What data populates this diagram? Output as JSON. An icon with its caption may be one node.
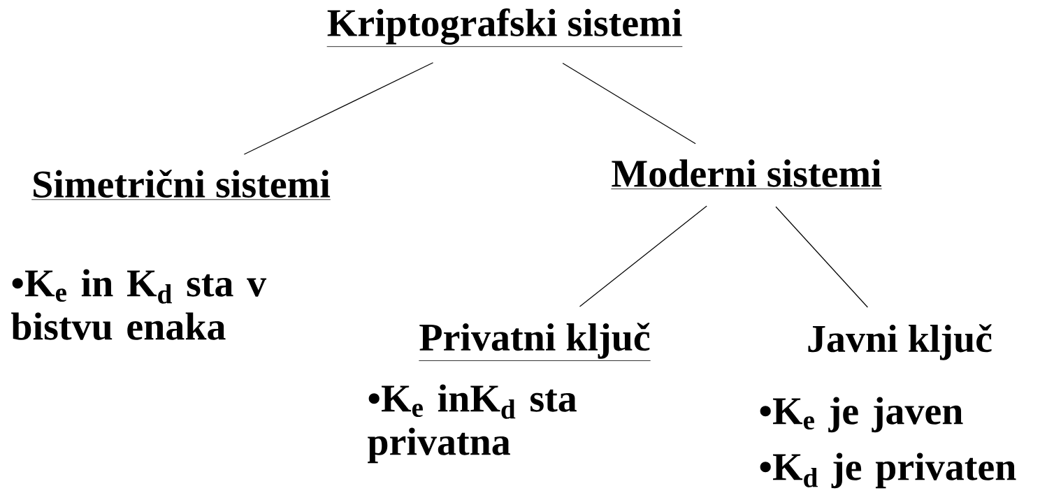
{
  "diagram": {
    "nodes": [
      {
        "text": [
          "Kriptografski sistemi"
        ]
      },
      {
        "text": [
          "Simetrični sistemi"
        ]
      },
      {
        "text": [
          "Moderni sistemi"
        ]
      },
      {
        "text": [
          "Privatni ključ"
        ]
      },
      {
        "text": [
          "Javni ključ"
        ]
      }
    ],
    "edges": [
      {
        "from": 0,
        "to": 1,
        "arrow": "none"
      },
      {
        "from": 0,
        "to": 2,
        "arrow": "none"
      },
      {
        "from": 2,
        "to": 3,
        "arrow": "none"
      },
      {
        "from": 2,
        "to": 4,
        "arrow": "none"
      }
    ],
    "labels": [
      "•K$_{e}$ in K$_{d}$ sta v bistvu enaka",
      "•K$_{e}$ inK$_{d}$ sta privatna",
      "•K$_{e}$ je javen",
      "•K$_{d}$ je privaten"
    ]
  }
}
